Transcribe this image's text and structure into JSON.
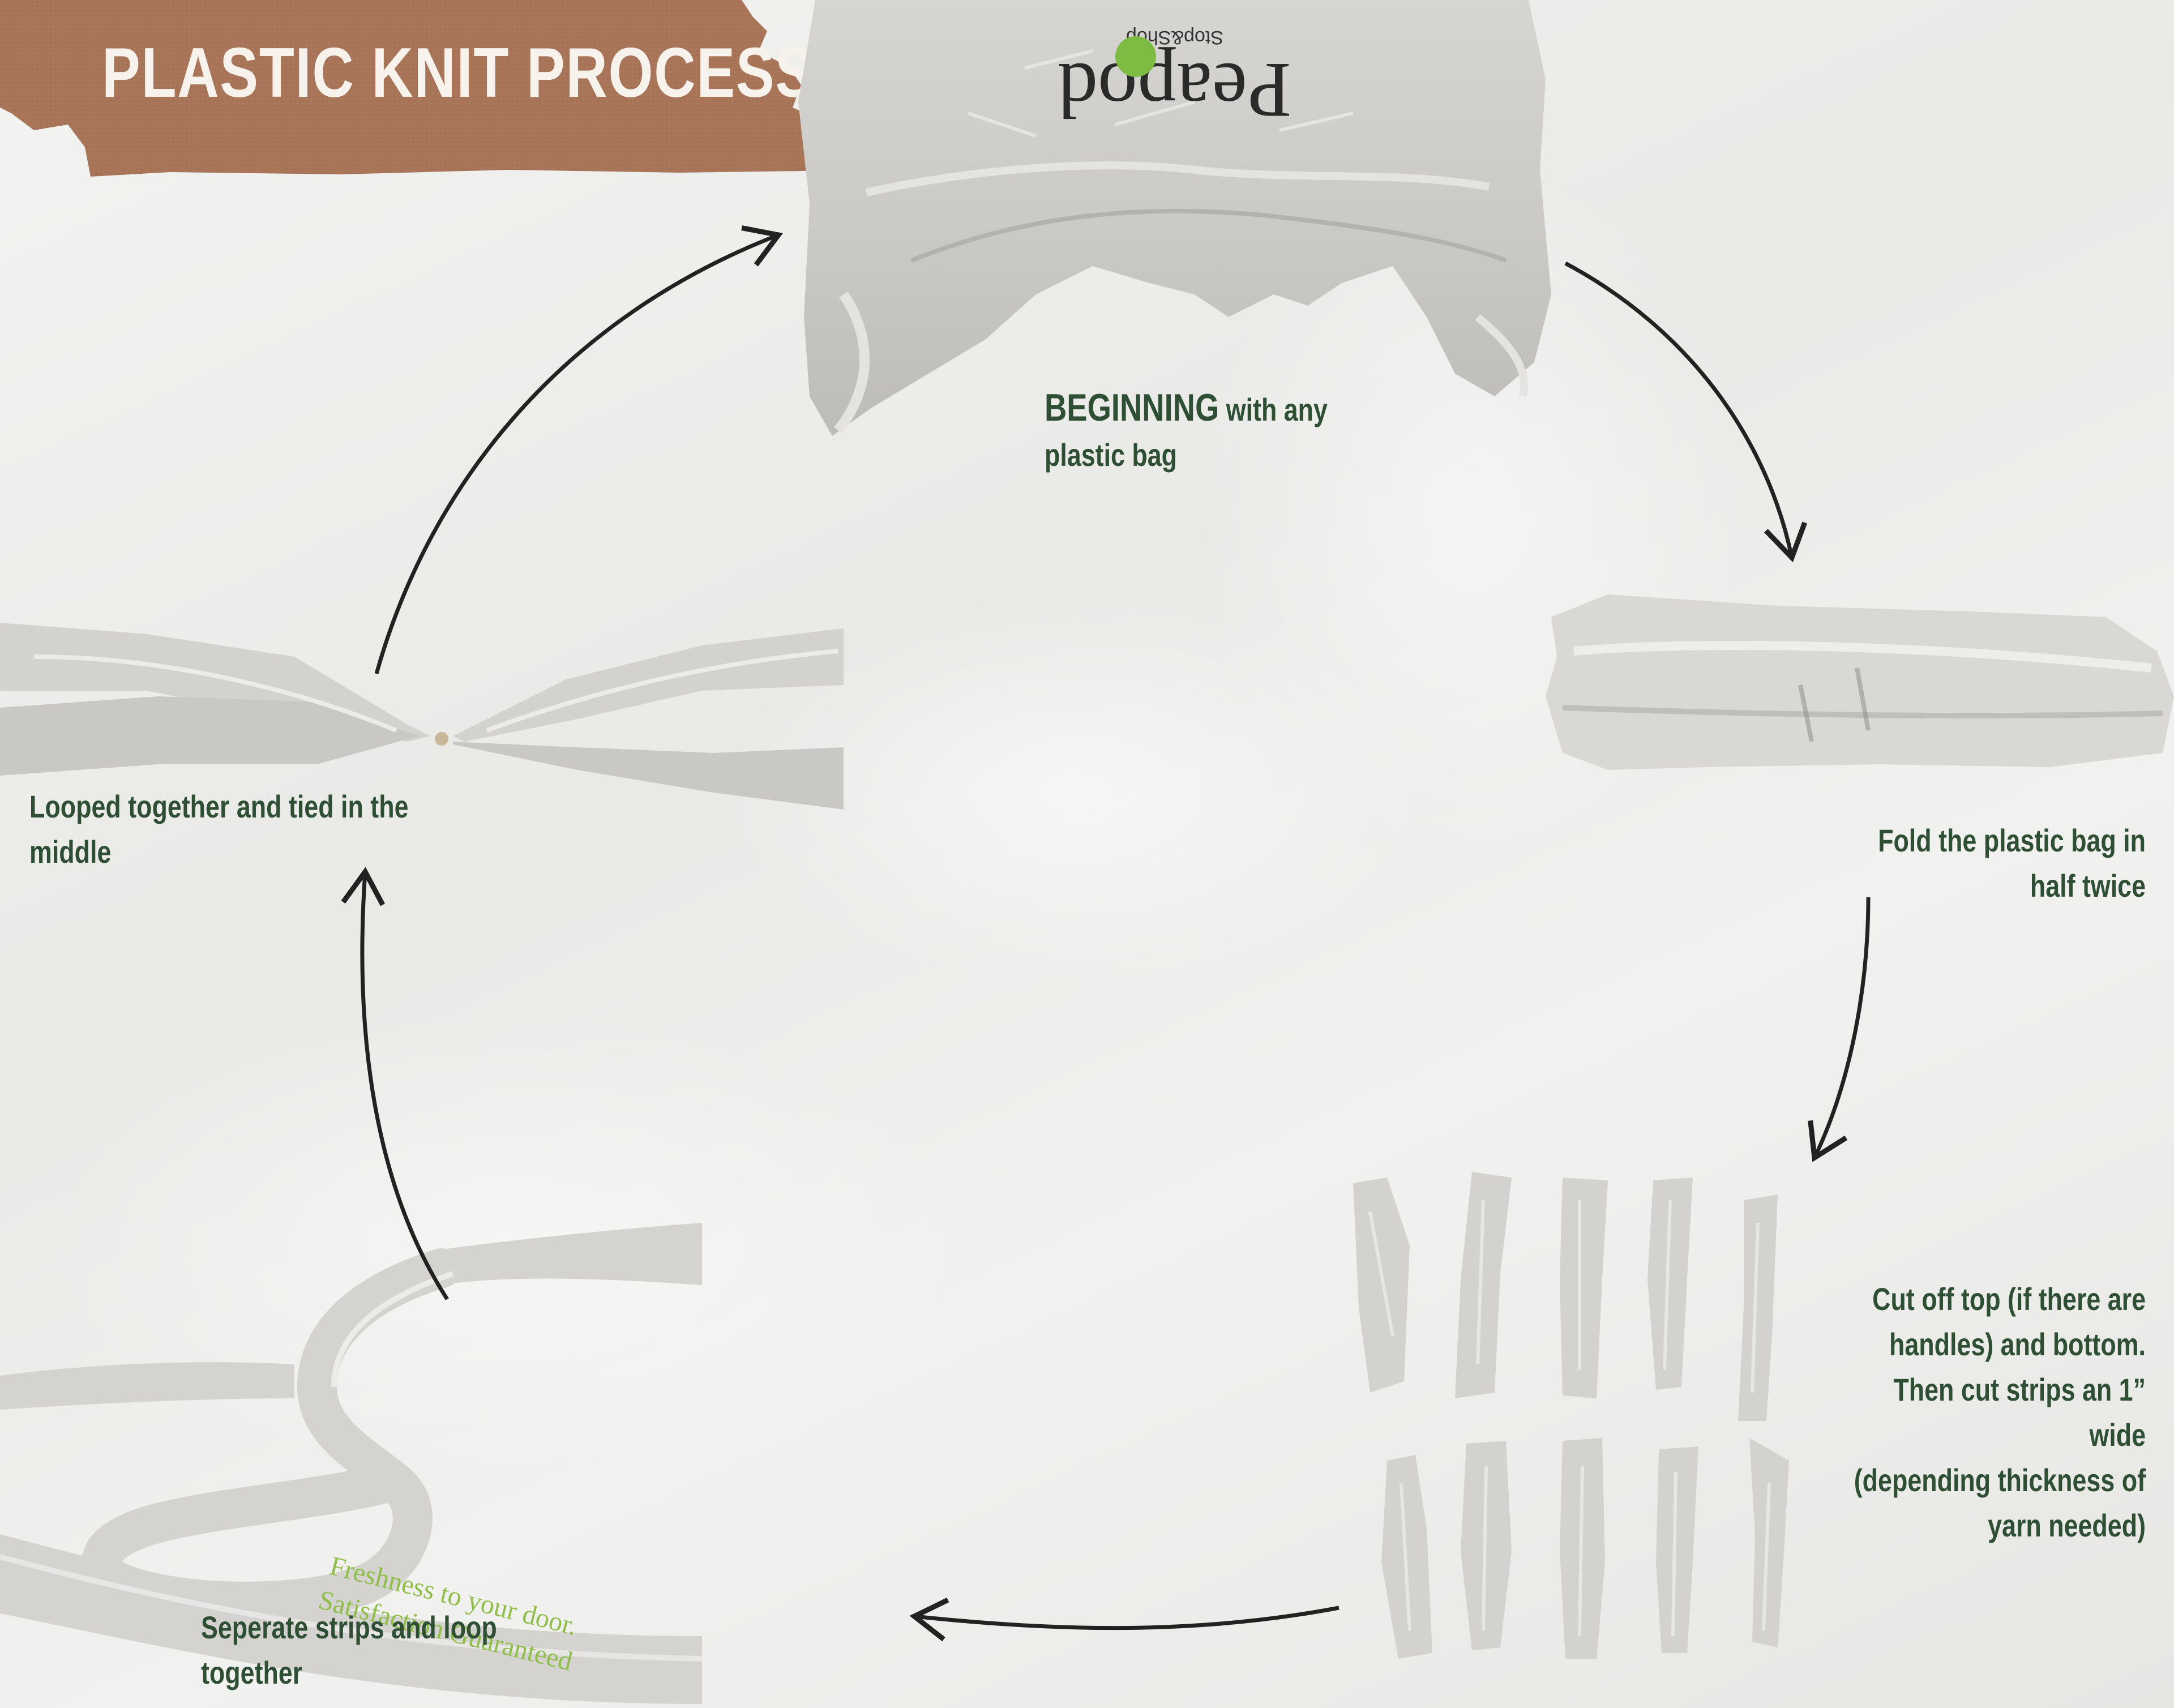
{
  "title": "PLASTIC KNIT PROCESS",
  "bag_logo": {
    "brand": "Peapod",
    "sub_brand": "Stop&Shop"
  },
  "steps": [
    {
      "id": "beginning",
      "emphasis": "BEGINNING",
      "text": " with any plastic bag"
    },
    {
      "id": "fold",
      "text": "Fold the plastic bag in half twice"
    },
    {
      "id": "cut",
      "lines": [
        "Cut off top (if there are",
        "handles) and bottom.",
        "Then cut strips an 1”",
        "wide",
        "(depending thickness of",
        "yarn needed)"
      ]
    },
    {
      "id": "separate",
      "text": "Seperate strips and loop together"
    },
    {
      "id": "looped",
      "text": "Looped together and tied in the middle"
    }
  ],
  "strip_print": [
    "Freshness to your door.",
    "Satisfaction Guaranteed"
  ],
  "colors": {
    "caption": "#2f4f35",
    "tape": "#a87559",
    "title": "#f7f2ec",
    "arrow": "#222222",
    "logo_green": "#7dbb42"
  },
  "icons": [
    "arrow-icon"
  ]
}
